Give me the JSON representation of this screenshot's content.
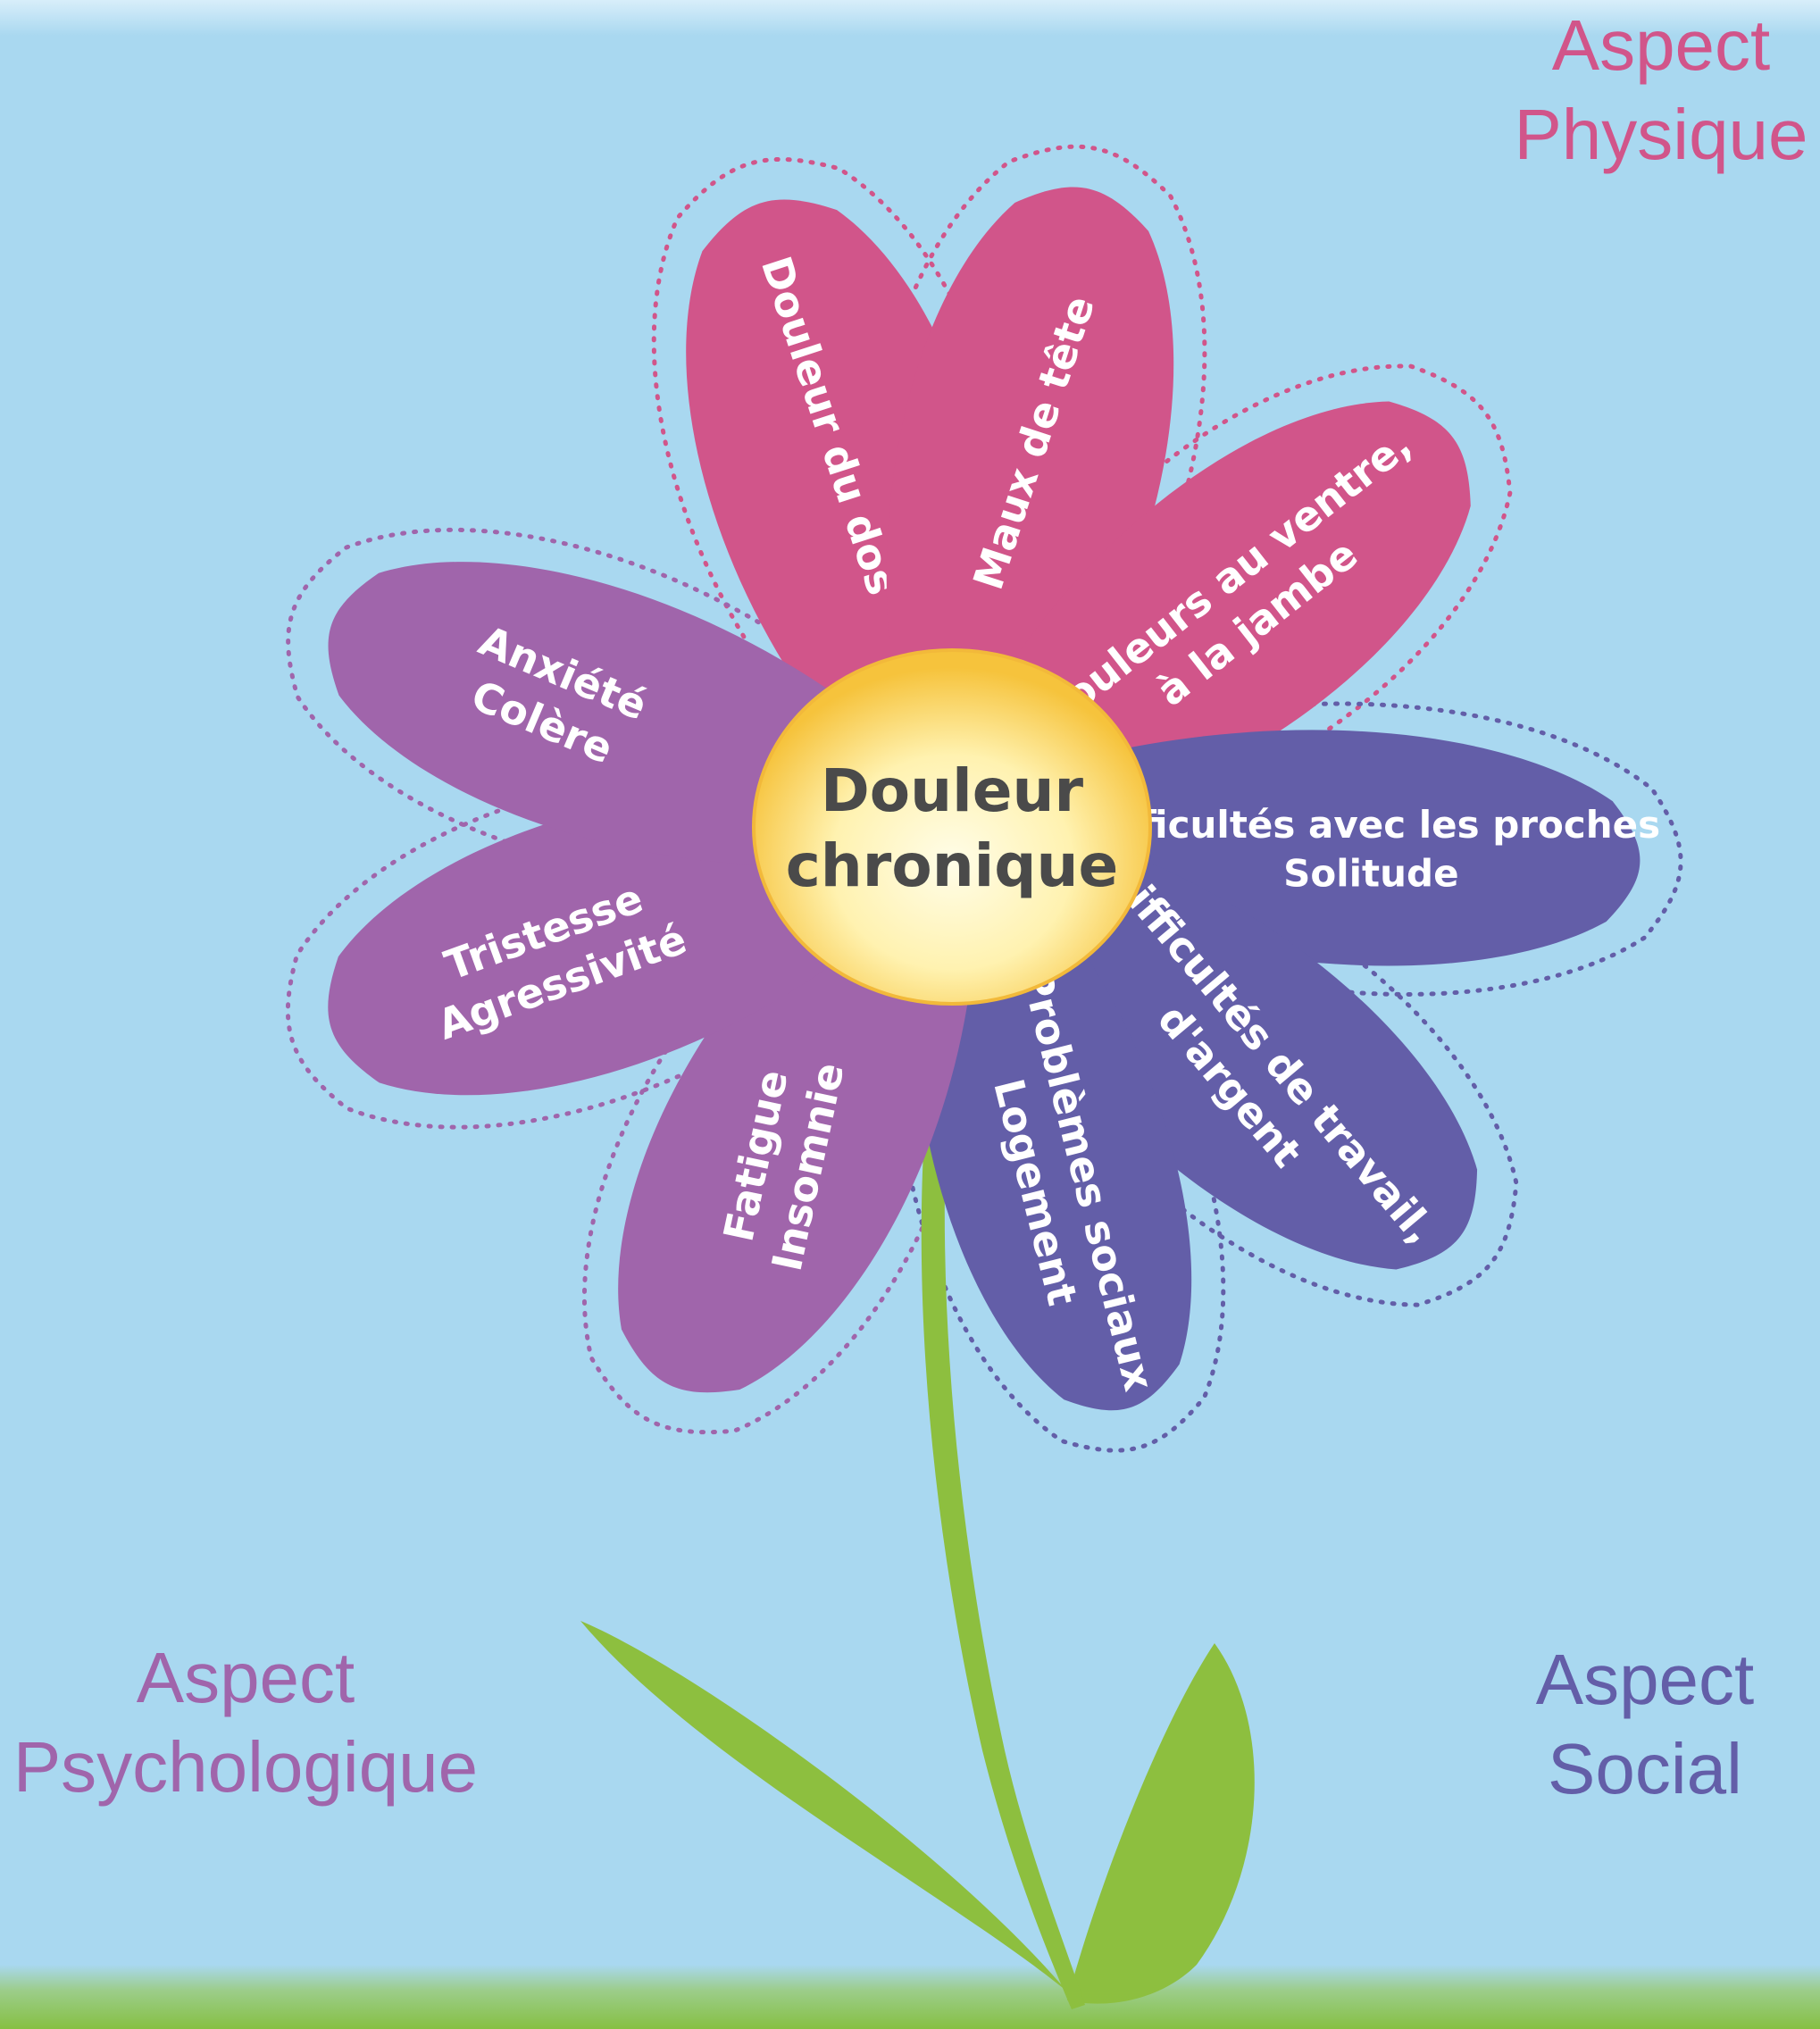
{
  "colors": {
    "sky": "#a9d8f0",
    "grass": "#8cc04a",
    "physique": "#d1558a",
    "psychologique": "#a065ab",
    "social": "#635ea8",
    "stem": "#8dbf3f",
    "center_outer": "#f7c94a",
    "center_inner": "#fffbe2",
    "center_text": "#4a4a4a",
    "petal_text": "#ffffff"
  },
  "center": {
    "line1": "Douleur",
    "line2": "chronique"
  },
  "aspects": {
    "physique": {
      "line1": "Aspect",
      "line2": "Physique"
    },
    "psychologique": {
      "line1": "Aspect",
      "line2": "Psychologique"
    },
    "social": {
      "line1": "Aspect",
      "line2": "Social"
    }
  },
  "petals": [
    {
      "group": "physique",
      "lines": [
        "Douleur du dos"
      ]
    },
    {
      "group": "physique",
      "lines": [
        "Maux de tête"
      ]
    },
    {
      "group": "physique",
      "lines": [
        "Douleurs au ventre,",
        "à la jambe"
      ]
    },
    {
      "group": "social",
      "lines": [
        "Difficultés avec les proches",
        "Solitude"
      ]
    },
    {
      "group": "social",
      "lines": [
        "Difficultés de travail,",
        "d'argent"
      ]
    },
    {
      "group": "social",
      "lines": [
        "Problèmes sociaux",
        "Logement"
      ]
    },
    {
      "group": "psychologique",
      "lines": [
        "Fatigue",
        "Insomnie"
      ]
    },
    {
      "group": "psychologique",
      "lines": [
        "Tristesse",
        "Agressivité"
      ]
    },
    {
      "group": "psychologique",
      "lines": [
        "Anxiété",
        "Colère"
      ]
    }
  ]
}
